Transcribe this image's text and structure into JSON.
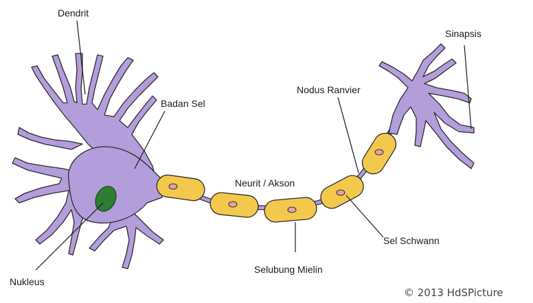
{
  "labels": {
    "dendrit": "Dendrit",
    "badan_sel": "Badan Sel",
    "nukleus": "Nukleus",
    "neurit_akson": "Neurit / Akson",
    "selubung_mielin": "Selubung Mielin",
    "nodus_ranvier": "Nodus Ranvier",
    "sel_schwann": "Sel Schwann",
    "sinapsis": "Sinapsis"
  },
  "credit": "© 2013 HdSPicture",
  "colors": {
    "neuron_body": "#b39ddb",
    "myelin": "#f2c94c",
    "schwann_nucleus": "#e7a0a6",
    "nucleus": "#2e7d32",
    "outline": "#2b2b2b"
  }
}
